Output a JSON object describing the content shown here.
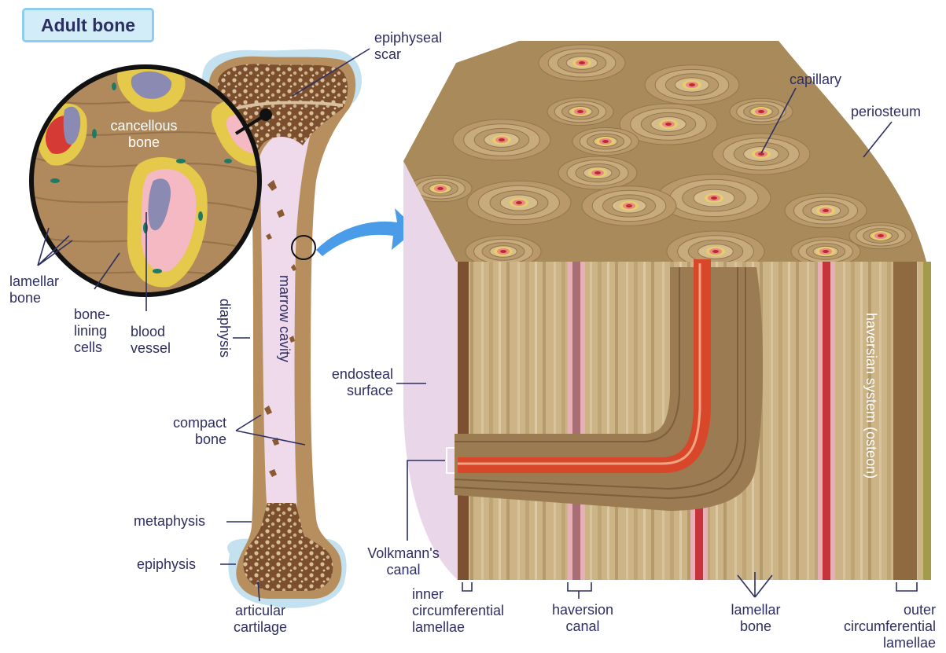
{
  "title": "Adult bone",
  "labels": {
    "epiphyseal_scar": "epiphyseal\nscar",
    "cancellous_bone": "cancellous\nbone",
    "lamellar_bone_left": "lamellar\nbone",
    "bone_lining_cells": "bone-\nlining\ncells",
    "blood_vessel": "blood\nvessel",
    "diaphysis": "diaphysis",
    "marrow_cavity": "marrow cavity",
    "compact_bone": "compact\nbone",
    "metaphysis": "metaphysis",
    "epiphysis": "epiphysis",
    "articular_cartilage": "articular\ncartilage",
    "capillary": "capillary",
    "periosteum": "periosteum",
    "endosteal_surface": "endosteal\nsurface",
    "haversian_system": "haversian system (osteon)",
    "volkmanns_canal": "Volkmann's\ncanal",
    "inner_circumferential_lamellae": "inner\ncircumferential\nlamellae",
    "haversion_canal": "haversion\ncanal",
    "lamellar_bone_right": "lamellar\nbone",
    "outer_circumferential_lamellae": "outer\ncircumferential\nlamellae"
  },
  "colors": {
    "label_text": "#2d2f63",
    "title_bg": "#d2ecf8",
    "title_border": "#8fcdee",
    "bone_tan": "#b08a5c",
    "spongy_brown": "#7a4e2c",
    "marrow_pink": "#eedaea",
    "cartilage_blue": "#bfe0ef",
    "vessel_red": "#d9472b",
    "arrow_blue": "#4a9ce8",
    "periosteum_olive": "#a39b4c"
  }
}
